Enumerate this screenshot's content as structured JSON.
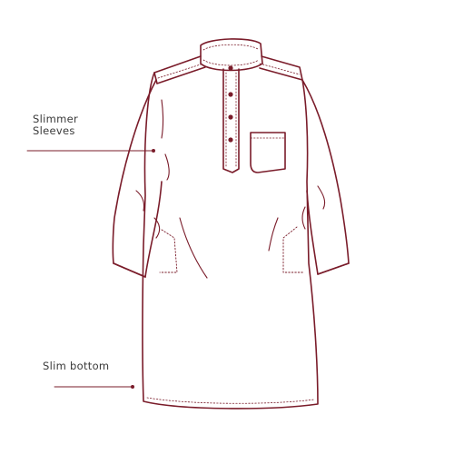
{
  "annotations": {
    "sleeves": {
      "line1": "Slimmer",
      "line2": "Sleeves"
    },
    "bottom": {
      "text": "Slim bottom"
    }
  },
  "colors": {
    "outline": "#7a1c2a",
    "leader": "#7a1c2a",
    "label": "#3a3a3a",
    "background": "#ffffff"
  }
}
